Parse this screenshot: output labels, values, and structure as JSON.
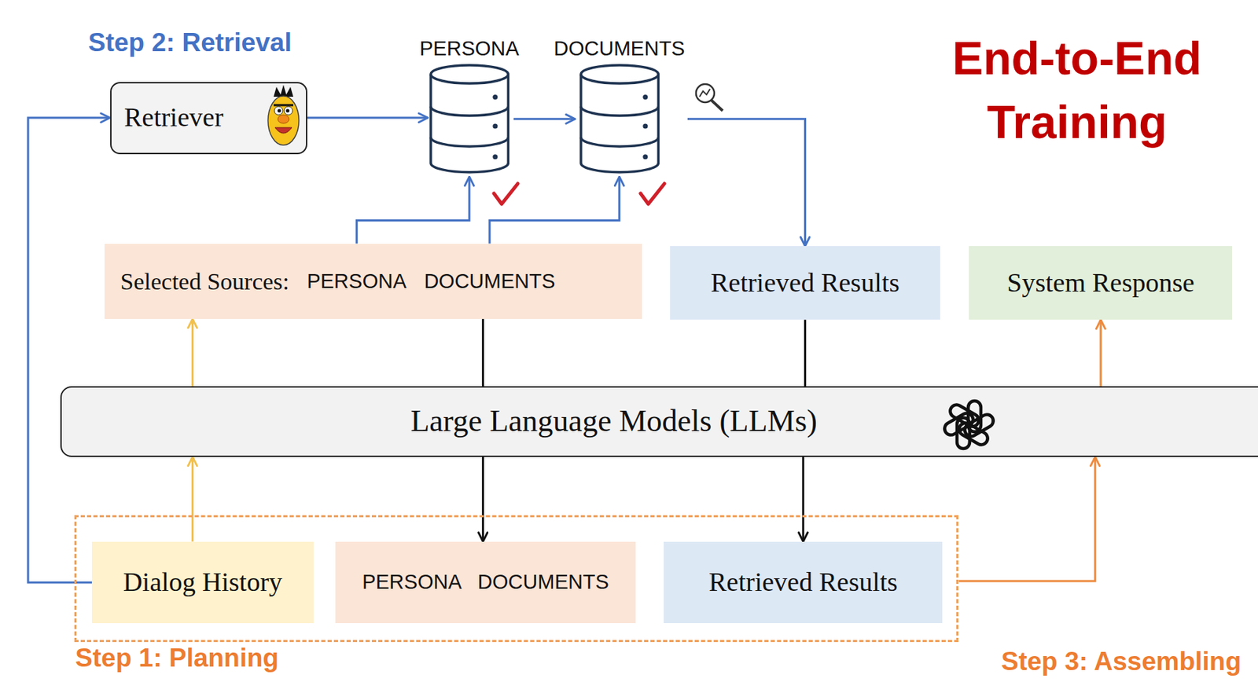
{
  "diagram": {
    "nodes": [
      {
        "text": [
          "Retriever"
        ]
      },
      {
        "text": [
          "PERSONA"
        ]
      },
      {
        "text": [
          "DOCUMENTS"
        ]
      },
      {
        "text": [
          "Selected Sources:",
          "PERSONA",
          "DOCUMENTS"
        ]
      },
      {
        "text": [
          "Retrieved Results"
        ]
      },
      {
        "text": [
          "System Response"
        ]
      },
      {
        "text": [
          "Large Language Models (LLMs)"
        ]
      },
      {
        "text": [
          "Step 1: Planning"
        ]
      },
      {
        "text": [
          "Dialog History"
        ],
        "in": 7
      },
      {
        "text": [
          "PERSONA",
          "DOCUMENTS"
        ],
        "in": 7
      },
      {
        "text": [
          "Retrieved Results"
        ],
        "in": 7
      }
    ],
    "edges": [
      {
        "from": 0,
        "to": 1,
        "arrow": "to"
      },
      {
        "from": 1,
        "to": 2,
        "arrow": "to"
      },
      {
        "from": 2,
        "to": 4,
        "arrow": "to"
      },
      {
        "from": 3,
        "to": 1,
        "arrow": "to"
      },
      {
        "from": 3,
        "to": 2,
        "arrow": "to"
      },
      {
        "from": 8,
        "to": 0,
        "arrow": "to"
      },
      {
        "from": 8,
        "to": 6,
        "arrow": "to"
      },
      {
        "from": 6,
        "to": 3,
        "arrow": "to"
      },
      {
        "from": 3,
        "to": 6,
        "arrow": "none"
      },
      {
        "from": 6,
        "to": 9,
        "arrow": "to"
      },
      {
        "from": 4,
        "to": 6,
        "arrow": "none"
      },
      {
        "from": 6,
        "to": 10,
        "arrow": "to"
      },
      {
        "from": 7,
        "to": 6,
        "arrow": "to"
      },
      {
        "from": 6,
        "to": 5,
        "arrow": "to"
      }
    ],
    "labels": [
      "Step 2: Retrieval",
      "End-to-End Training",
      "Step 3: Assembling"
    ]
  }
}
